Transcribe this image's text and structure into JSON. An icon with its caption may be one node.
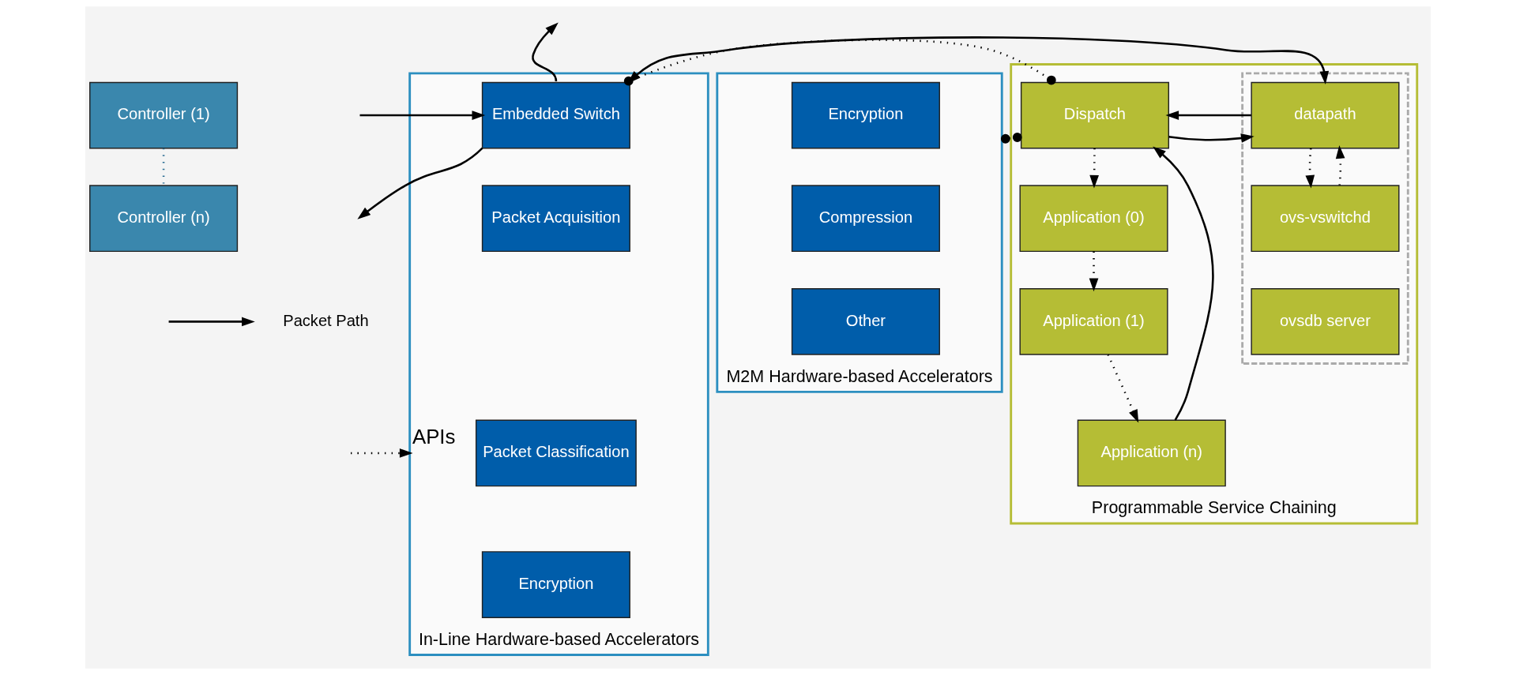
{
  "diagram": {
    "nodes": [
      {
        "text": [
          "Controller (1)"
        ]
      },
      {
        "text": [
          "Controller (n)"
        ]
      },
      {
        "text": [
          "In-Line Hardware-based Accelerators"
        ]
      },
      {
        "text": [
          "Embedded Switch"
        ],
        "in": 2
      },
      {
        "text": [
          "Packet Acquisition"
        ],
        "in": 2
      },
      {
        "text": [
          "Packet Classification"
        ],
        "in": 2
      },
      {
        "text": [
          "Encryption"
        ],
        "in": 2
      },
      {
        "text": [
          "M2M Hardware-based Accelerators"
        ]
      },
      {
        "text": [
          "Encryption"
        ],
        "in": 7
      },
      {
        "text": [
          "Compression"
        ],
        "in": 7
      },
      {
        "text": [
          "Other"
        ],
        "in": 7
      },
      {
        "text": [
          "Programmable Service Chaining"
        ]
      },
      {
        "text": [
          "Dispatch"
        ],
        "in": 11
      },
      {
        "text": [
          "Application (0)"
        ],
        "in": 11
      },
      {
        "text": [
          "Application (1)"
        ],
        "in": 11
      },
      {
        "text": [
          "Application (n)"
        ],
        "in": 11
      },
      {
        "text": [],
        "shape": "box",
        "in": 11
      },
      {
        "text": [
          "datapath"
        ],
        "in": 16
      },
      {
        "text": [
          "ovs-vswitchd"
        ],
        "in": 16
      },
      {
        "text": [
          "ovsdb server"
        ],
        "in": 16
      }
    ],
    "edges": [
      {
        "from": 0,
        "to": 1,
        "arrow": "none",
        "style": "dashed",
        "color": "#2c6f94"
      },
      {
        "from": null,
        "to": 2,
        "arrow": "to",
        "label": "APIs",
        "style": "dashed"
      },
      {
        "from": 3,
        "to": null,
        "arrow": "to"
      },
      {
        "from": null,
        "to": 3,
        "arrow": "to"
      },
      {
        "from": 3,
        "to": null,
        "arrow": "to"
      },
      {
        "from": 3,
        "to": 17,
        "arrow": "both"
      },
      {
        "from": 3,
        "to": 12,
        "arrow": "other",
        "style": "dashed"
      },
      {
        "from": 7,
        "to": 12,
        "arrow": "other",
        "style": "dashed"
      },
      {
        "from": 12,
        "to": 17,
        "arrow": "to"
      },
      {
        "from": 17,
        "to": 12,
        "arrow": "to"
      },
      {
        "from": 15,
        "to": 12,
        "arrow": "to"
      },
      {
        "from": 12,
        "to": 13,
        "arrow": "to",
        "style": "dashed"
      },
      {
        "from": 13,
        "to": 14,
        "arrow": "to",
        "style": "dashed"
      },
      {
        "from": 14,
        "to": 15,
        "arrow": "to",
        "style": "dashed"
      },
      {
        "from": 17,
        "to": 18,
        "arrow": "to",
        "style": "dashed"
      },
      {
        "from": 18,
        "to": 17,
        "arrow": "to",
        "style": "dashed"
      }
    ],
    "legend": [
      {
        "text": "Packet Path"
      }
    ]
  }
}
